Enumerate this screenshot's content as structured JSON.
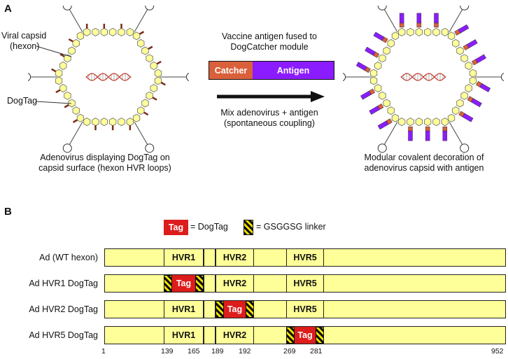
{
  "panel_a": {
    "letter": "A",
    "label_capsid_line1": "Viral capsid",
    "label_capsid_line2": "(hexon)",
    "label_dogtag": "DogTag",
    "caption_left_line1": "Adenovirus displaying DogTag on",
    "caption_left_line2": "capsid surface (hexon HVR loops)",
    "top_text_line1": "Vaccine antigen fused to",
    "top_text_line2": "DogCatcher module",
    "catcher_label": "Catcher",
    "antigen_label": "Antigen",
    "mix_line1": "Mix adenovirus + antigen",
    "mix_line2": "(spontaneous coupling)",
    "caption_right_line1": "Modular covalent decoration of",
    "caption_right_line2": "adenovirus capsid with antigen"
  },
  "panel_b": {
    "letter": "B",
    "legend_tag": "Tag",
    "legend_tag_text": "= DogTag",
    "legend_linker_text": "= GSGGSG linker",
    "rows": [
      {
        "label": "Ad (WT hexon)"
      },
      {
        "label": "Ad HVR1 DogTag"
      },
      {
        "label": "Ad HVR2 DogTag"
      },
      {
        "label": "Ad HVR5 DogTag"
      }
    ],
    "hvr1": "HVR1",
    "hvr2": "HVR2",
    "hvr5": "HVR5",
    "tag": "Tag",
    "ticks": [
      "1",
      "139",
      "165",
      "189",
      "192",
      "269",
      "281",
      "952"
    ]
  },
  "colors": {
    "hexon": "#ffff99",
    "dogtag": "#dd1c1c",
    "catcher": "#d9603b",
    "antigen": "#8b1cff",
    "linker_stripe": "#f5e400"
  }
}
